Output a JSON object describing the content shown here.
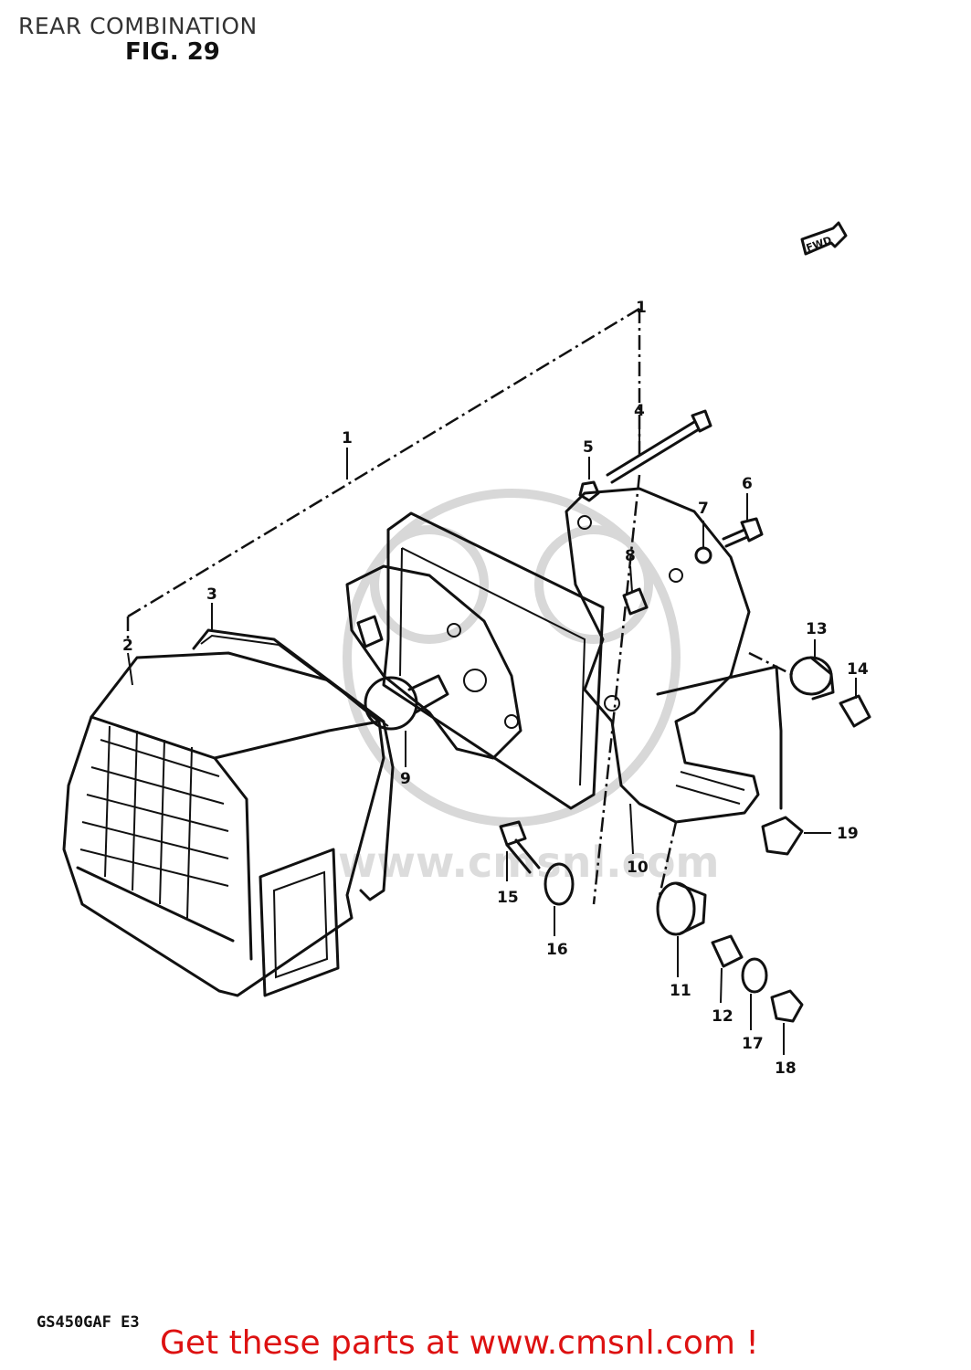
{
  "header": {
    "title": "REAR COMBINATION",
    "figure": "FIG. 29"
  },
  "diagram": {
    "direction_marker": "FWD",
    "watermark": "www.cmsnl.com",
    "callouts": [
      "1",
      "2",
      "3",
      "4",
      "5",
      "6",
      "7",
      "8",
      "9",
      "10",
      "11",
      "12",
      "13",
      "14",
      "15",
      "16",
      "17",
      "18",
      "19"
    ]
  },
  "footer": {
    "model_code": "GS450GAF E3",
    "link_text": "Get these parts at www.cmsnl.com !"
  },
  "colors": {
    "link": "#dd1111",
    "line_art": "#111111",
    "watermark": "#d8d8d8"
  }
}
